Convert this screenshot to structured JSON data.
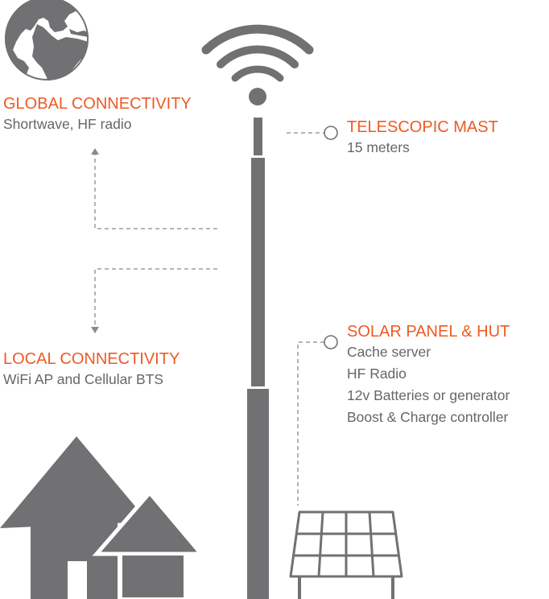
{
  "colors": {
    "accent": "#ee5a24",
    "icon": "#717173",
    "text": "#666666",
    "connector": "#8a8a8a"
  },
  "icons": {
    "globe": "globe-icon",
    "wifi": "wifi-signal-icon",
    "mast": "telescopic-mast-icon",
    "house": "house-icon",
    "solar": "solar-panel-icon"
  },
  "global": {
    "title": "GLOBAL CONNECTIVITY",
    "subtitle": "Shortwave, HF radio"
  },
  "local": {
    "title": "LOCAL CONNECTIVITY",
    "subtitle": "WiFi AP and Cellular BTS"
  },
  "mast": {
    "title": "TELESCOPIC MAST",
    "subtitle": "15 meters"
  },
  "solar": {
    "title": "SOLAR PANEL & HUT",
    "items": [
      "Cache server",
      "HF Radio",
      "12v Batteries or generator",
      "Boost & Charge controller"
    ]
  }
}
